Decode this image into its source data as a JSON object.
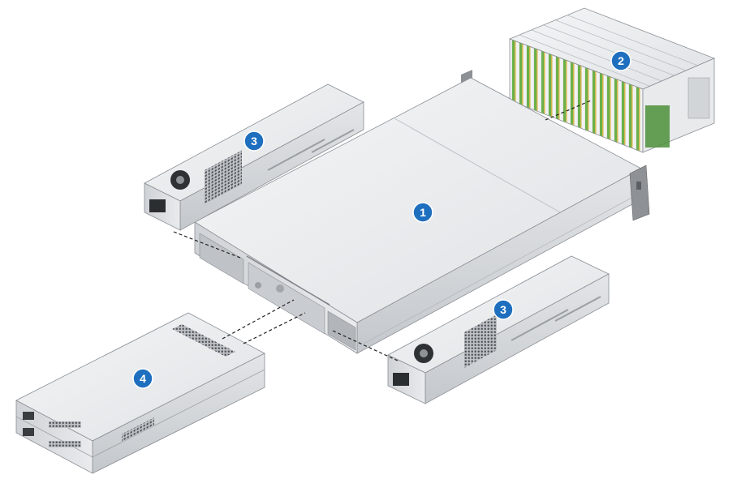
{
  "colors": {
    "callout": "#1f6fbf",
    "metal_light": "#eceef0",
    "metal_mid": "#d3d6da",
    "metal_dark": "#a9adb2",
    "module_green": "#5fa844",
    "module_yellow": "#c9b24a"
  },
  "callouts": {
    "chassis": "1",
    "disk_module": "2",
    "psu_top": "3",
    "psu_bottom": "3",
    "controller": "4"
  }
}
